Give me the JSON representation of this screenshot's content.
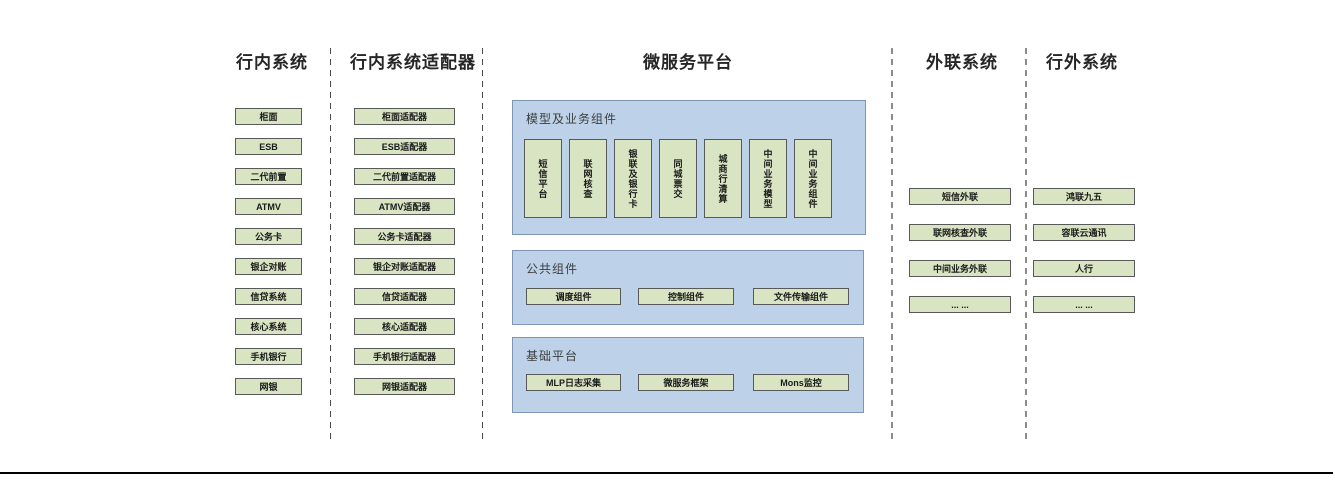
{
  "diagram": {
    "title_row": {
      "internal": "行内系统",
      "adapters": "行内系统适配器",
      "platform": "微服务平台",
      "outbound": "外联系统",
      "external": "行外系统"
    },
    "columns": [
      {
        "id": "internal-systems",
        "title": "行内系统",
        "items": [
          "柜面",
          "ESB",
          "二代前置",
          "ATMV",
          "公务卡",
          "银企对账",
          "信贷系统",
          "核心系统",
          "手机银行",
          "网银"
        ]
      },
      {
        "id": "internal-system-adapters",
        "title": "行内系统适配器",
        "items": [
          "柜面适配器",
          "ESB适配器",
          "二代前置适配器",
          "ATMV适配器",
          "公务卡适配器",
          "银企对账适配器",
          "信贷适配器",
          "核心适配器",
          "手机银行适配器",
          "网银适配器"
        ]
      },
      {
        "id": "microservice-platform",
        "title": "微服务平台",
        "sections": [
          {
            "label": "模型及业务组件",
            "items": [
              "短信平台",
              "联网核查",
              "银联及银行卡",
              "同城票交",
              "城商行清算",
              "中间业务模型",
              "中间业务组件"
            ]
          },
          {
            "label": "公共组件",
            "items": [
              "调度组件",
              "控制组件",
              "文件传输组件"
            ]
          },
          {
            "label": "基础平台",
            "items": [
              "MLP日志采集",
              "微服务框架",
              "Mons监控"
            ]
          }
        ]
      },
      {
        "id": "outbound-systems",
        "title": "外联系统",
        "items": [
          "短信外联",
          "联网核查外联",
          "中间业务外联",
          "... ..."
        ]
      },
      {
        "id": "external-systems",
        "title": "行外系统",
        "items": [
          "鸿联九五",
          "容联云通讯",
          "人行",
          "... ..."
        ]
      }
    ],
    "colors": {
      "node_fill": "#d8e4c2",
      "node_border": "#595959",
      "container_fill": "#bdd2e8",
      "container_border": "#7e95b5",
      "heading_text": "#262626",
      "divider": "#4a4a4a",
      "bottom_rule": "#000000"
    }
  }
}
